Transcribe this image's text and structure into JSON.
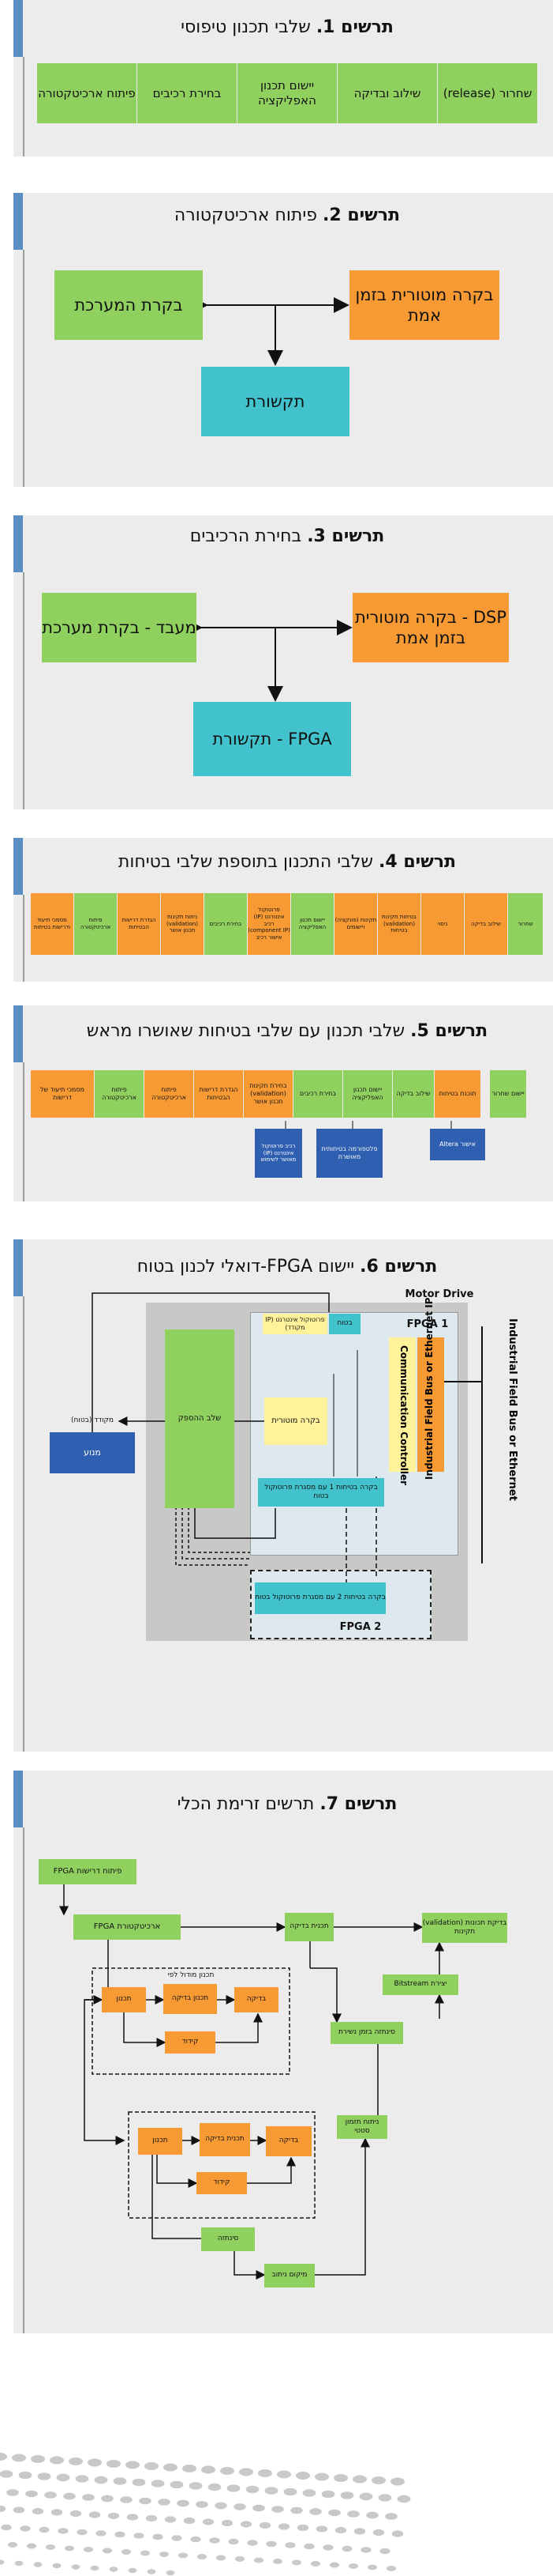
{
  "fig1": {
    "title_bold": "תרשים 1.",
    "title_rest": " שלבי תכנון טיפוסי",
    "steps": [
      "פיתוח ארכיטקטורה",
      "בחירת רכיבים",
      "יישום תכנון האפליקציה",
      "שילוב ובדיקה",
      "שחרור (release)"
    ]
  },
  "fig2": {
    "title_bold": "תרשים 2.",
    "title_rest": " פיתוח ארכיטקטורה",
    "system_control": "בקרת המערכת",
    "motor_control": "בקרה מוטורית בזמן אמת",
    "comms": "תקשורת"
  },
  "fig3": {
    "title_bold": "תרשים 3.",
    "title_rest": " בחירת הרכיבים",
    "processor": "מעבד - בקרת מערכת",
    "dsp": "DSP - בקרה מוטורית בזמן אמת",
    "fpga": "FPGA - תקשורת"
  },
  "fig4": {
    "title_bold": "תרשים 4.",
    "title_rest": " שלבי התכנון בתוספת שלבי בטיחות",
    "steps": [
      "מסמכי תיעוד ודרישות בטיחות",
      "פיתוח ארכיטקטורה",
      "הגדרת דרישות הבטיחות",
      "ניתוח תקינות (validation) תכנון אושר",
      "בחירת רכיבים",
      "פרוטוקול אינטרנט (IP) רכיב (component IP) אישור רכיב",
      "יישום תכנון האפליקציה",
      "תקינות (פונקציה) ויישומים",
      "בטיחות תקינות (validation) בטיחות",
      "ניסוי",
      "שילוב בדיקה",
      "שחרור"
    ]
  },
  "fig5": {
    "title_bold": "תרשים 5.",
    "title_rest": " שלבי תכנון עם שלבי בטיחות שאושרו מראש",
    "steps": [
      "מסמכי תיעוד של דרישות",
      "פיתוח ארכיטקטורה",
      "פיתוח ארכיטקטורה",
      "הגדרת דרישות הבטיחות",
      "בחירת תקינות (validation) תכנון אושר",
      "בחירת רכיבים",
      "יישום תכנון האפליקציה",
      "שילוב בדיקה",
      "תוכנת בטיחות",
      "יישום שחרור"
    ],
    "blue1": "רכיב פרוטוקול אינטרנט (IP) מאושר לשימוש",
    "blue2": "פלטפורמה בטיחותית מאושרת",
    "blue3": "אישור Altera"
  },
  "fig6": {
    "title_bold": "תרשים 6.",
    "title_rest": " יישום FPGA-דואלי לכנון בטוח",
    "motor_drive": "Motor Drive",
    "fpga1": "FPGA 1",
    "fpga2": "FPGA 2",
    "ip_comm": "פרוטוקול אינטרנט (IP מקודד)",
    "safety": "בטוח",
    "motor_ctrl": "בקרה מוטורית",
    "safety_ctrl1": "בקרה בטיחות 1 עם מסגרת פרוטוקול בטוח",
    "safety_ctrl2": "בקרה בטיחות 2 עם מסגרת פרוטוקול בטוח",
    "power_stage": "שלב ההספק",
    "encoder_label": "מקודד (בטוח)",
    "motor": "מנוע",
    "comm_ctrl": "Communication Controller",
    "fieldbus_ip": "Industrial Field Bus or Ethernet IP",
    "fieldbus_ext": "Industrial Field Bus or Ethernet"
  },
  "fig7": {
    "title_bold": "תרשים 7.",
    "title_rest": " תרשים זרימת הכלי",
    "req": "פיתוח דרישות FPGA",
    "arch": "ארכיטקטורת FPGA",
    "design_check": "תכנית בדיקה",
    "validation": "בדיקת תכונות (validation) תקינות",
    "bitstream": "יצירת Bitstream",
    "synthesis": "סינתזה בזמן נשירת",
    "module_label": "תכנון מודול לפי",
    "design": "תכנון",
    "plan_check": "תכנון בדיקה",
    "check": "בדיקה",
    "review": "קידוד",
    "design2": "תכנון",
    "plan_check2": "תכנית בדיקה",
    "check2": "בדיקה",
    "review2": "קידוד",
    "timing": "ניתוח תזמון סטטי",
    "synth": "סינתזה",
    "place": "מיקום ניתוב"
  }
}
